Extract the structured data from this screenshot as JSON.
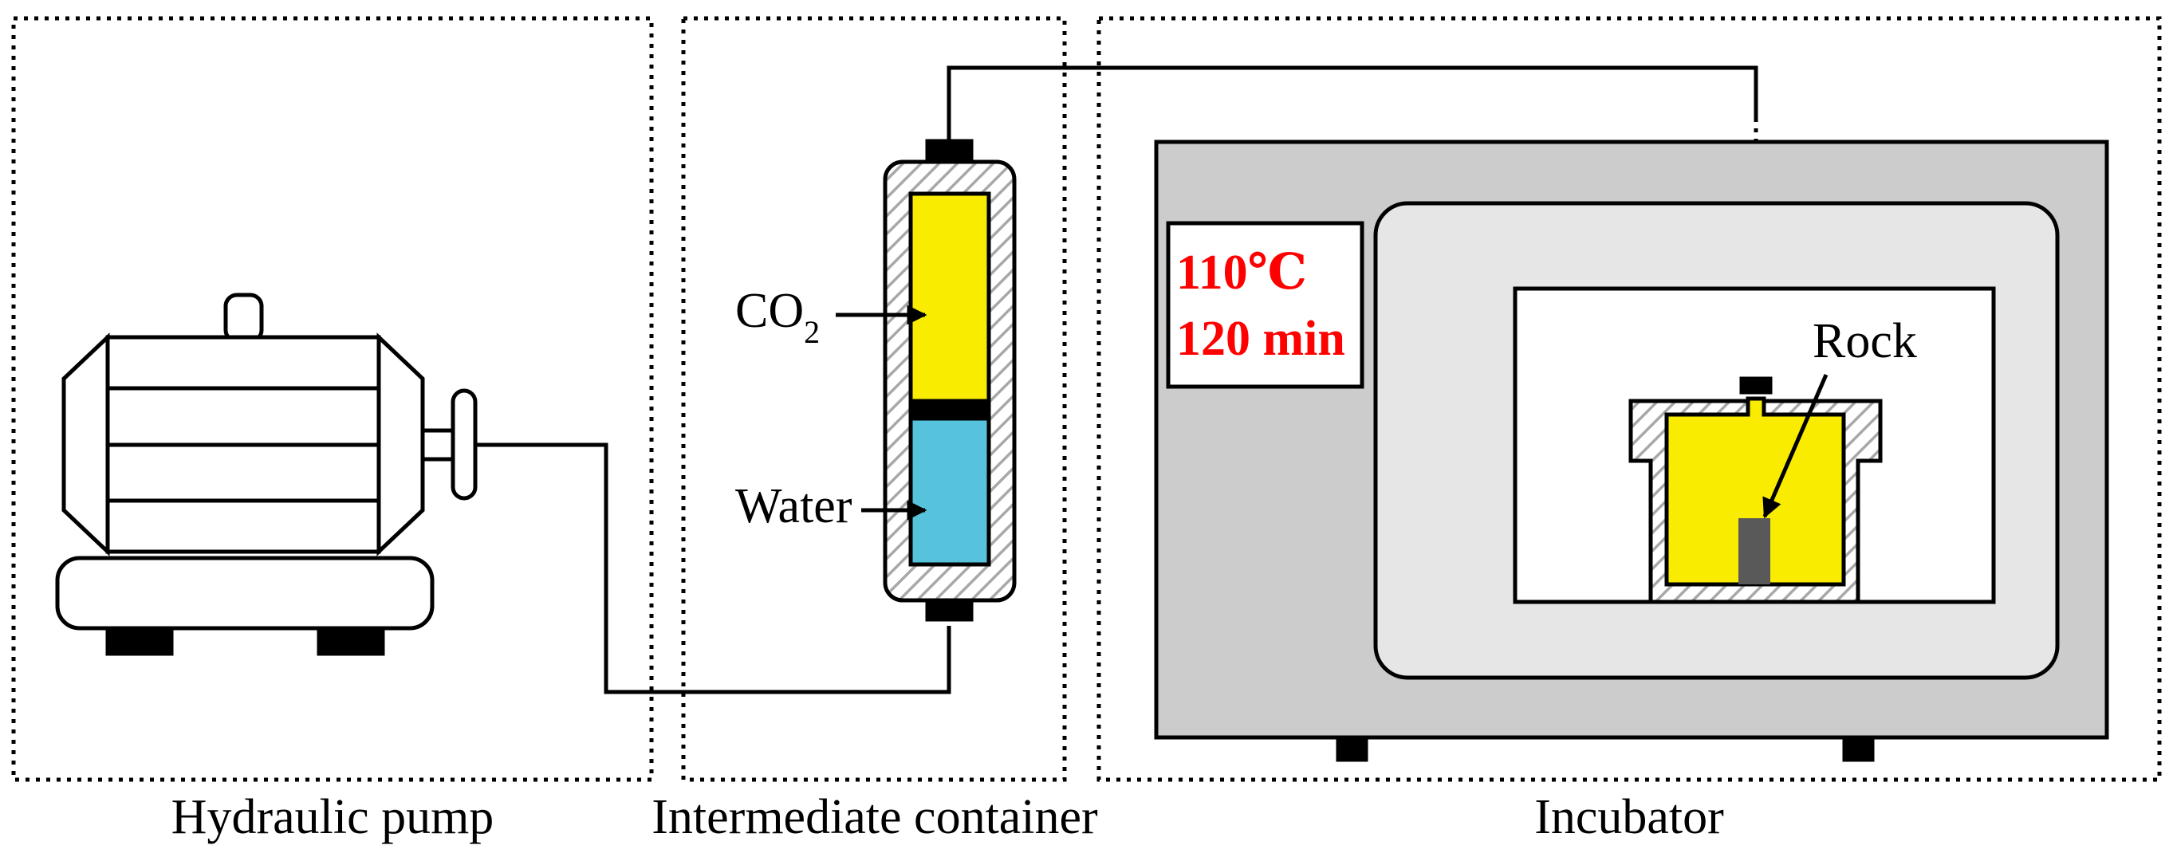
{
  "captions": {
    "pump": "Hydraulic pump",
    "container": "Intermediate container",
    "incubator": "Incubator"
  },
  "container": {
    "co2_main": "CO",
    "co2_sub": "2",
    "water_label": "Water"
  },
  "incubator": {
    "temperature": "110℃",
    "duration": "120 min",
    "rock_label": "Rock"
  },
  "colors": {
    "gas_fill": "#f9ec00",
    "water_fill": "#56c2dc",
    "incubator_body": "#cccccc",
    "incubator_door": "#e6e6e6",
    "rock": "#595959",
    "highlight_text": "#ff0000"
  }
}
